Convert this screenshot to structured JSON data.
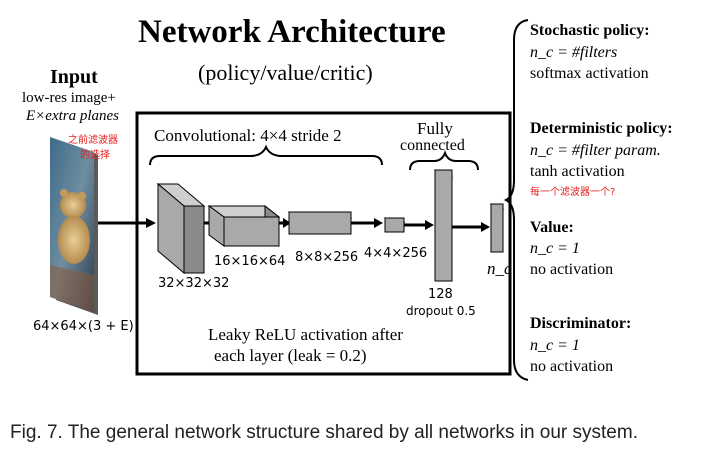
{
  "title": "Network Architecture",
  "subtitle": "(policy/value/critic)",
  "input": {
    "title": "Input",
    "line1": "low-res image+",
    "line2": "E×extra planes",
    "note_line1": "之前滤波器",
    "note_line2": "的选择",
    "size": "64×64×(3 + E)"
  },
  "conv_label": "Convolutional: 4×4 stride 2",
  "fc_label_line1": "Fully",
  "fc_label_line2": "connected",
  "layers": {
    "l1": "32×32×32",
    "l2": "16×16×64",
    "l3": "8×8×256",
    "l4": "4×4×256",
    "fc_size": "128",
    "fc_dropout": "dropout 0.5",
    "output": "n_c"
  },
  "activation_line1": "Leaky ReLU activation after",
  "activation_line2": "each layer (leak = 0.2)",
  "outputs": [
    {
      "heading": "Stochastic policy:",
      "line1": "n_c = #filters",
      "line2": "softmax activation"
    },
    {
      "heading": "Deterministic policy:",
      "line1": "n_c = #filter param.",
      "line2": "tanh activation",
      "note": "每一个滤波器一个?"
    },
    {
      "heading": "Value:",
      "line1": "n_c = 1",
      "line2": "no activation"
    },
    {
      "heading": "Discriminator:",
      "line1": "n_c = 1",
      "line2": "no activation"
    }
  ],
  "caption": "Fig. 7.  The general network structure shared by all networks in our system.",
  "colors": {
    "block": "#a9a9a9",
    "note": "#e8211c"
  }
}
